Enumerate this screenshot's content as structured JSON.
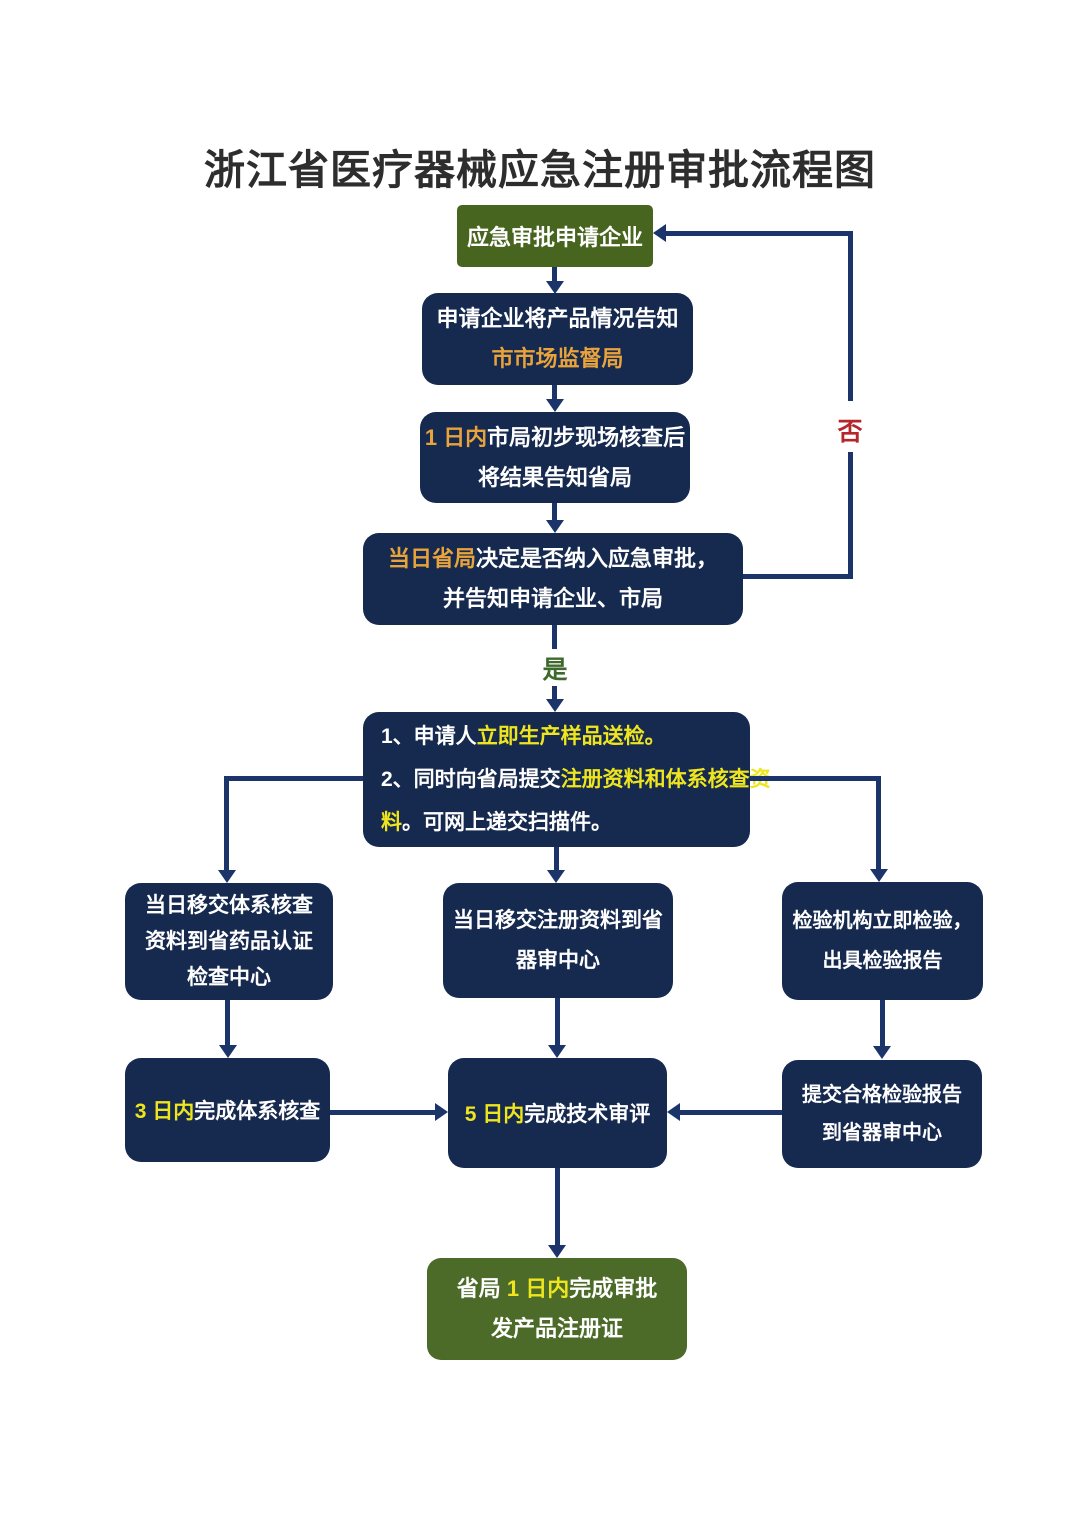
{
  "page": {
    "title": "浙江省医疗器械应急注册审批流程图"
  },
  "palette": {
    "navy_box": "#16294E",
    "green_box_start": "#47651F",
    "green_box_end": "#4C6B28",
    "connector": "#1B3469",
    "text_white": "#FFFFFF",
    "text_orange": "#E8A33C",
    "text_yellow": "#EEE51E",
    "label_no_color": "#B5262C",
    "label_yes_color": "#3E692C"
  },
  "labels": {
    "yes": "是",
    "no": "否"
  },
  "nodes": {
    "start": {
      "text": "应急审批申请企业"
    },
    "notify_city": {
      "line1": "申请企业将产品情况告知",
      "line2": "市市场监督局"
    },
    "city_check": {
      "line1_hl": "1 日内",
      "line1_rest": "市局初步现场核查后",
      "line2": "将结果告知省局"
    },
    "province_decide": {
      "line1_hl": "当日省局",
      "line1_rest": "决定是否纳入应急审批，",
      "line2": "并告知申请企业、市局"
    },
    "submit": {
      "item1_pre": "1、申请人",
      "item1_hl": "立即生产样品送检。",
      "item2_pre": "2、同时向省局提交",
      "item2_hl": "注册资料和体系核查资",
      "item3_hl": "料",
      "item3_rest": "。可网上递交扫描件。"
    },
    "transfer_system": {
      "line1": "当日移交体系核查",
      "line2": "资料到省药品认证",
      "line3": "检查中心"
    },
    "transfer_reg": {
      "line1": "当日移交注册资料到省",
      "line2": "器审中心"
    },
    "inspection": {
      "line1": "检验机构立即检验，",
      "line2": "出具检验报告"
    },
    "system_check_done": {
      "hl": "3 日内",
      "rest": "完成体系核查"
    },
    "tech_review_done": {
      "hl": "5 日内",
      "rest": "完成技术审评"
    },
    "submit_report": {
      "line1": "提交合格检验报告",
      "line2": "到省器审中心"
    },
    "end": {
      "pre": "省局 ",
      "hl": "1 日内",
      "post": "完成审批",
      "line2": "发产品注册证"
    }
  }
}
